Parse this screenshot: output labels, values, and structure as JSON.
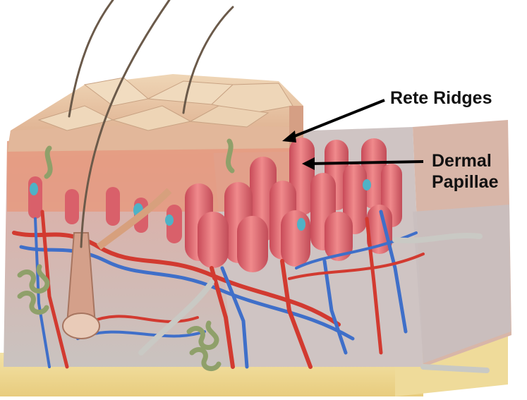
{
  "labels": {
    "rete_ridges": "Rete Ridges",
    "dermal_line1": "Dermal",
    "dermal_line2": "Papillae"
  },
  "colors": {
    "epidermis": "#e9c9a4",
    "dermis_pink": "#e7a08a",
    "papillae": "#d9606a",
    "artery": "#d23a30",
    "vein": "#3f6fc9",
    "subcutis": "#f1dc97",
    "hair": "#6b5a4a",
    "nerve": "#c9c9c4",
    "gland": "#8fa06a",
    "annotation": "#000000"
  },
  "icons": [
    "skin-cross-section-illustration",
    "arrow-rete-ridges",
    "arrow-dermal-papillae"
  ]
}
